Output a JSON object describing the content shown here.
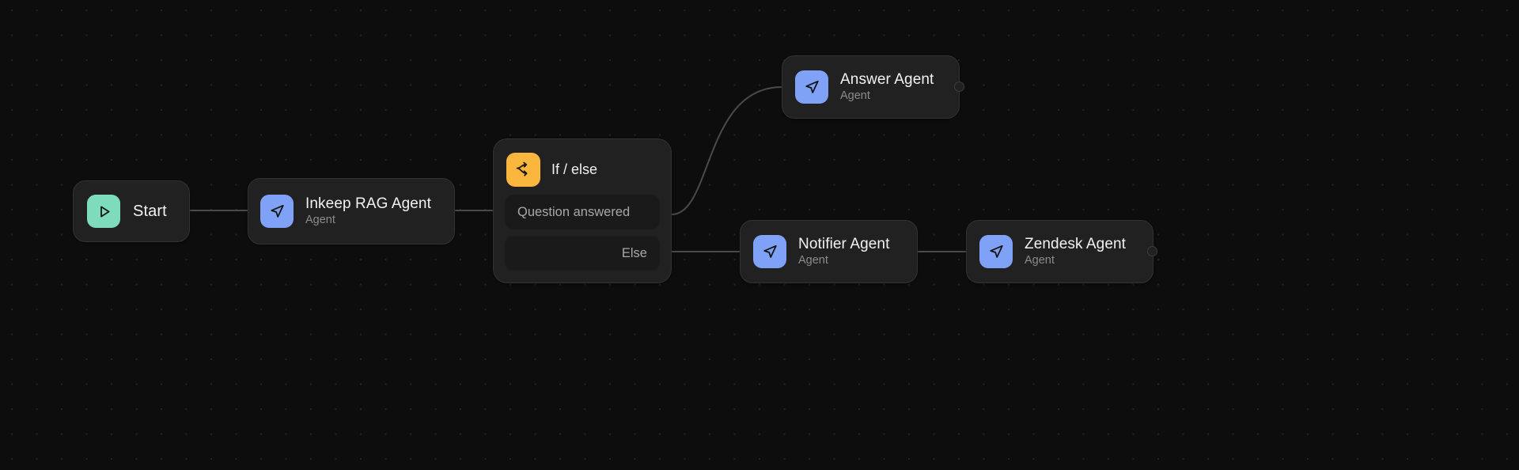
{
  "canvas": {
    "background_color": "#0d0d0d",
    "grid": "dot-grid",
    "node_bg": "#212121",
    "node_border": "#333333",
    "edge_color": "#4a4a4a"
  },
  "nodes": [
    {
      "id": "start",
      "title": "Start",
      "subtitle": "",
      "icon": "play-icon",
      "icon_color": "#7edcbd",
      "type": "start"
    },
    {
      "id": "inkeep-rag-agent",
      "title": "Inkeep RAG Agent",
      "subtitle": "Agent",
      "icon": "agent-cursor-icon",
      "icon_color": "#7fa2f7",
      "type": "agent"
    },
    {
      "id": "if-else",
      "title": "If / else",
      "icon": "branch-split-icon",
      "icon_color": "#fbb63d",
      "type": "condition",
      "branches": [
        {
          "label": "Question answered",
          "align": "left"
        },
        {
          "label": "Else",
          "align": "right"
        }
      ]
    },
    {
      "id": "answer-agent",
      "title": "Answer Agent",
      "subtitle": "Agent",
      "icon": "agent-cursor-icon",
      "icon_color": "#7fa2f7",
      "type": "agent",
      "has_output_handle": true
    },
    {
      "id": "notifier-agent",
      "title": "Notifier Agent",
      "subtitle": "Agent",
      "icon": "agent-cursor-icon",
      "icon_color": "#7fa2f7",
      "type": "agent"
    },
    {
      "id": "zendesk-agent",
      "title": "Zendesk Agent",
      "subtitle": "Agent",
      "icon": "agent-cursor-icon",
      "icon_color": "#7fa2f7",
      "type": "agent",
      "has_output_handle": true
    }
  ],
  "edges": [
    {
      "from": "start",
      "to": "inkeep-rag-agent",
      "style": "straight"
    },
    {
      "from": "inkeep-rag-agent",
      "to": "if-else",
      "style": "straight"
    },
    {
      "from": "if-else:Question answered",
      "to": "answer-agent",
      "style": "curved"
    },
    {
      "from": "if-else:Else",
      "to": "notifier-agent",
      "style": "straight"
    },
    {
      "from": "notifier-agent",
      "to": "zendesk-agent",
      "style": "straight"
    }
  ]
}
